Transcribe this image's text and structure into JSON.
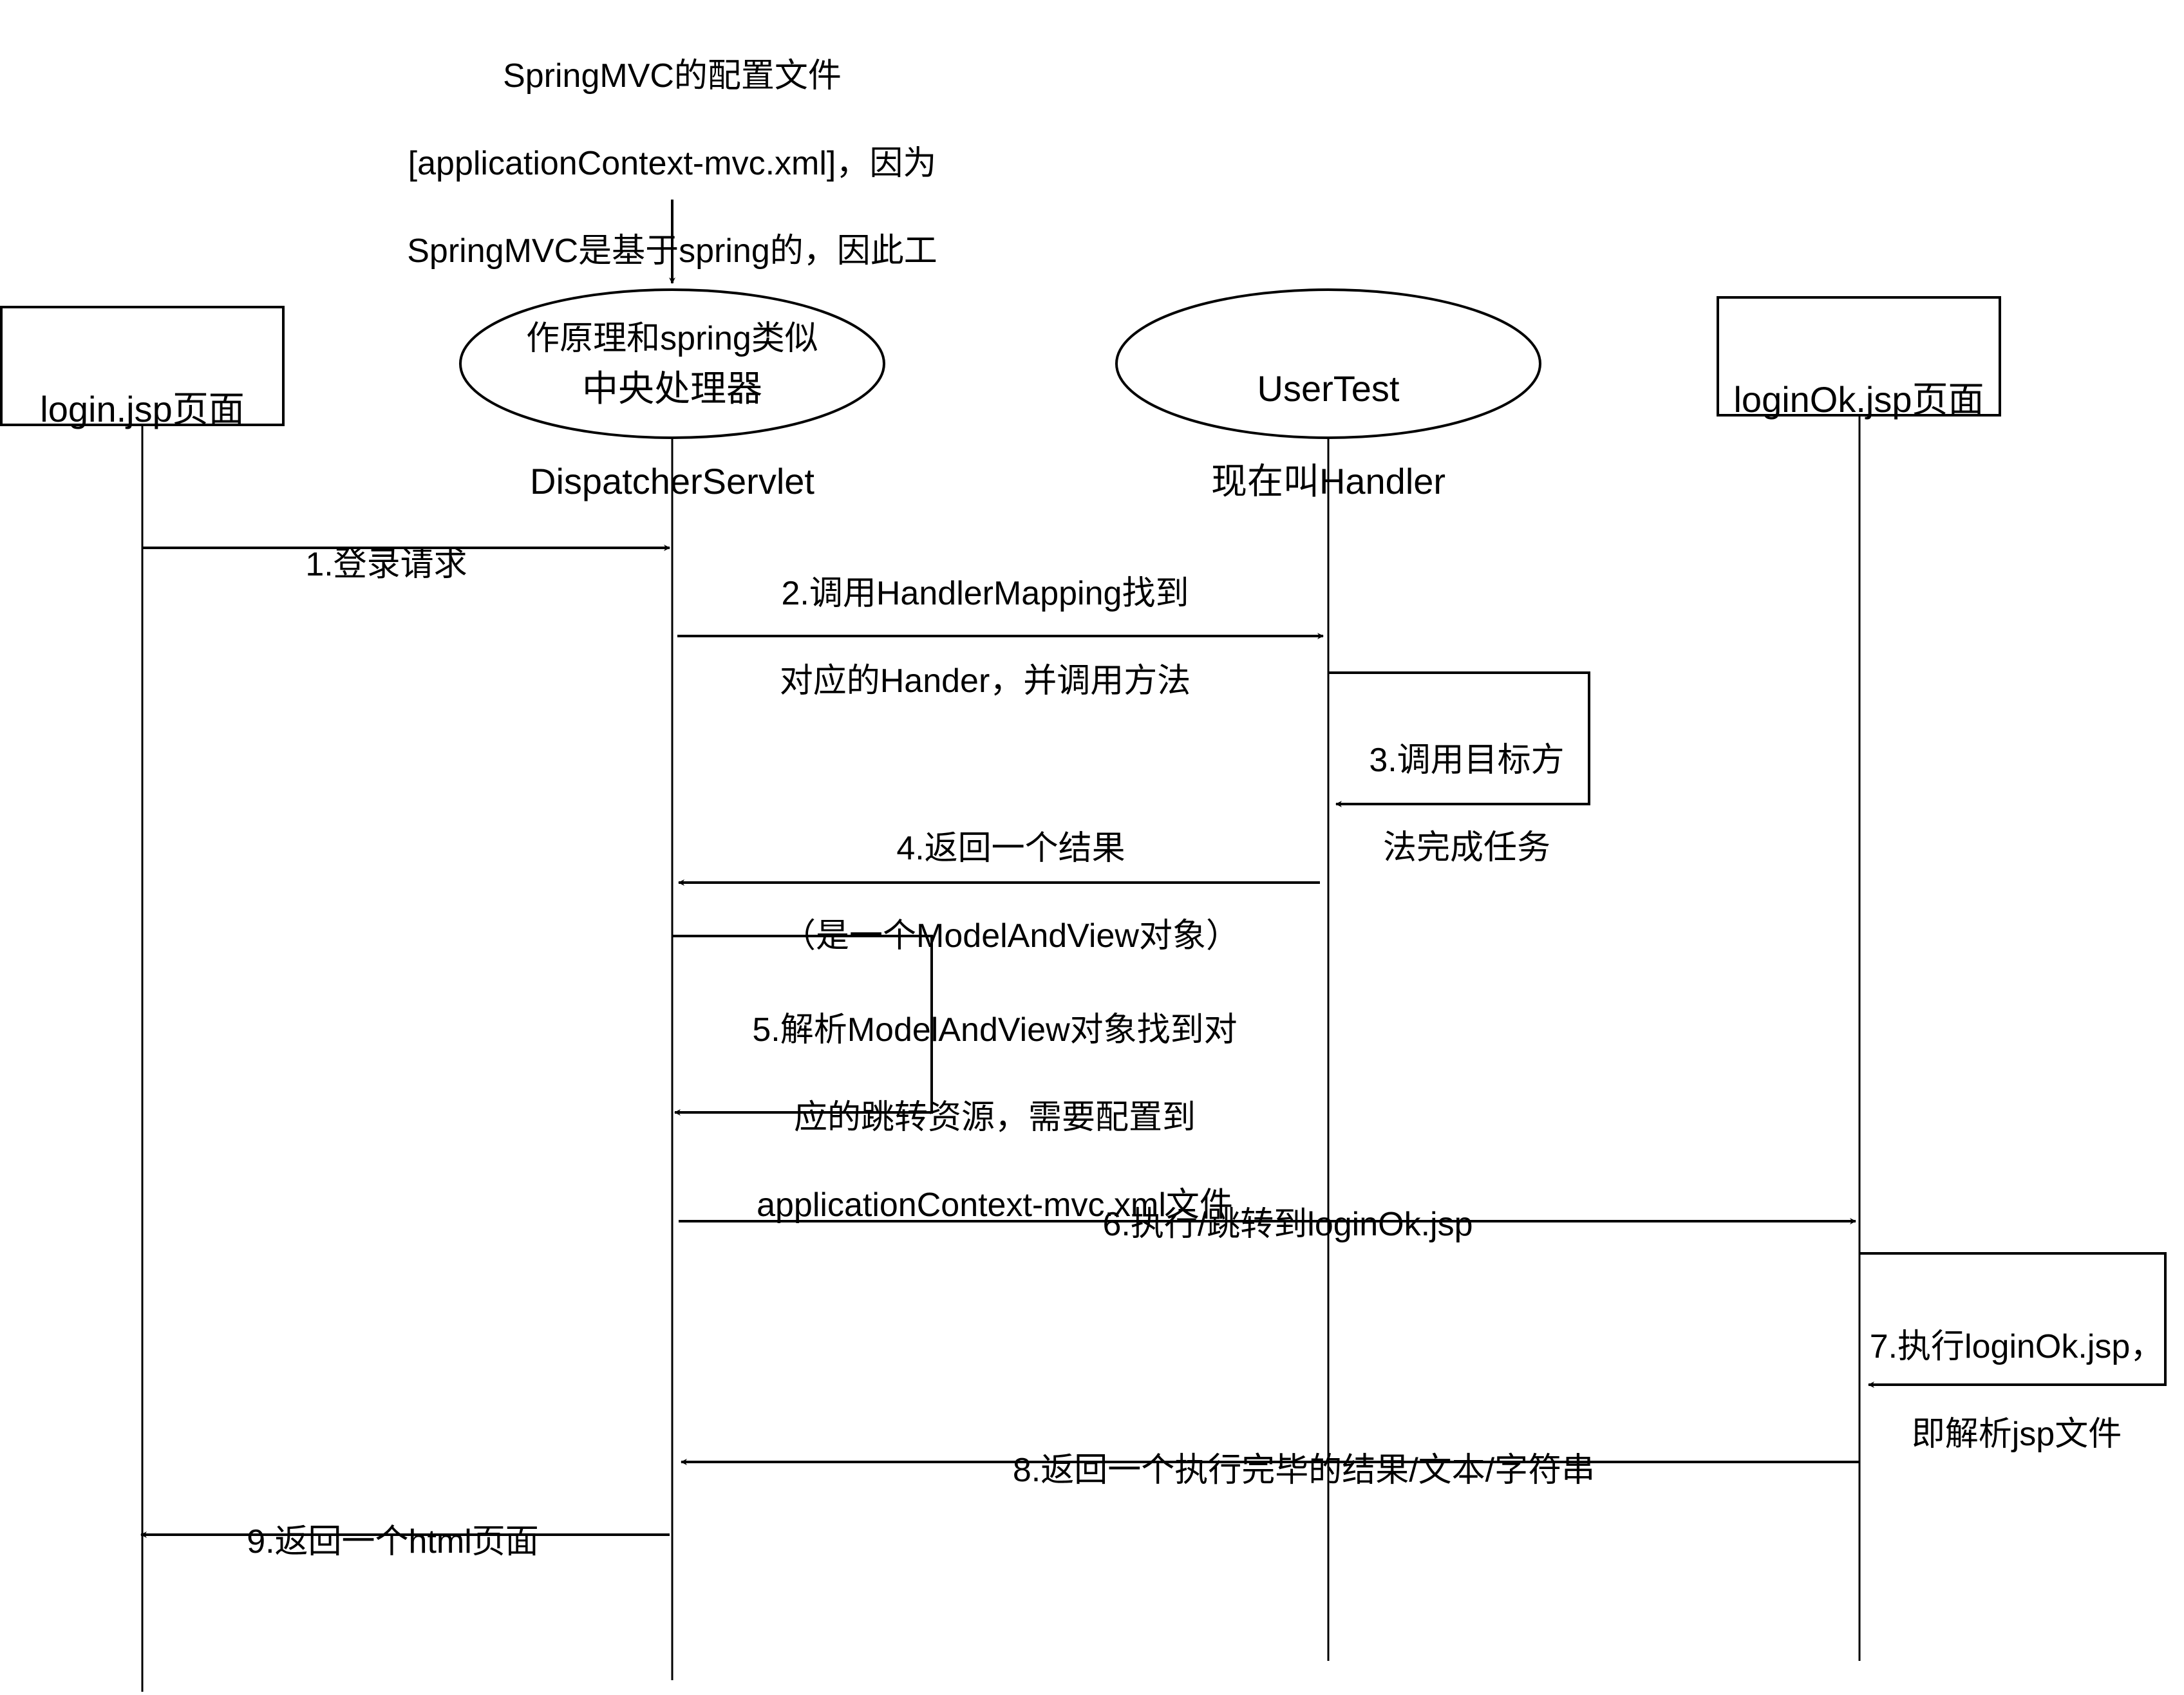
{
  "note": {
    "lines": [
      "SpringMVC的配置文件",
      "[applicationContext-mvc.xml]，因为",
      "SpringMVC是基于spring的，因此工",
      "作原理和spring类似"
    ]
  },
  "participants": [
    {
      "id": "login",
      "shape": "rect",
      "lines": [
        "login.jsp页面"
      ]
    },
    {
      "id": "dispatcher",
      "shape": "ellipse",
      "lines": [
        "中央处理器",
        "DispatcherServlet"
      ]
    },
    {
      "id": "handler",
      "shape": "ellipse",
      "lines": [
        "UserTest",
        "现在叫Handler"
      ]
    },
    {
      "id": "loginok",
      "shape": "rect",
      "lines": [
        "loginOk.jsp页面"
      ]
    }
  ],
  "messages": [
    {
      "id": "m1",
      "from": "login",
      "to": "dispatcher",
      "lines": [
        "1.登录请求"
      ]
    },
    {
      "id": "m2",
      "from": "dispatcher",
      "to": "handler",
      "lines": [
        "2.调用HandlerMapping找到",
        "对应的Hander，并调用方法"
      ]
    },
    {
      "id": "m3",
      "from": "handler",
      "to": "handler",
      "lines": [
        "3.调用目标方",
        "法完成任务"
      ]
    },
    {
      "id": "m4",
      "from": "handler",
      "to": "dispatcher",
      "lines": [
        "4.返回一个结果",
        "（是一个ModelAndView对象）"
      ]
    },
    {
      "id": "m5",
      "from": "dispatcher",
      "to": "dispatcher",
      "lines": [
        "5.解析ModelAndView对象找到对",
        "应的跳转资源，需要配置到",
        "applicationContext-mvc.xml文件"
      ]
    },
    {
      "id": "m6",
      "from": "dispatcher",
      "to": "loginok",
      "lines": [
        "6.执行/跳转到loginOk.jsp"
      ]
    },
    {
      "id": "m7",
      "from": "loginok",
      "to": "loginok",
      "lines": [
        "7.执行loginOk.jsp，",
        "即解析jsp文件"
      ]
    },
    {
      "id": "m8",
      "from": "loginok",
      "to": "dispatcher",
      "lines": [
        "8.返回一个执行完毕的结果/文本/字符串"
      ]
    },
    {
      "id": "m9",
      "from": "dispatcher",
      "to": "login",
      "lines": [
        "9.返回一个html页面"
      ]
    }
  ]
}
